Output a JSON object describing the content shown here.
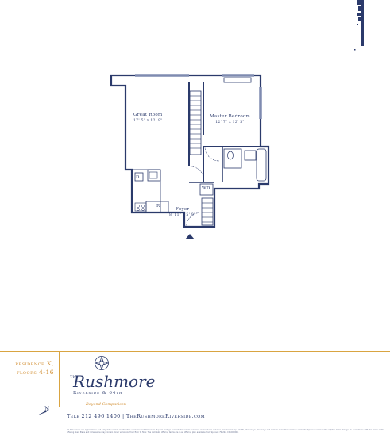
{
  "plan": {
    "great_room": {
      "name": "Great Room",
      "dim": "17' 5\" x 12' 9\""
    },
    "master_bedroom": {
      "name": "Master Bedroom",
      "dim": "12' 7\" x 12' 5\""
    },
    "foyer": {
      "name": "Foyer",
      "dim": "8' 11\" x 5' 9\""
    },
    "dw_label": "D",
    "range_label": "R",
    "wd_label": "WD"
  },
  "residence": {
    "line1": "residence K,",
    "line2": "floors 4-16"
  },
  "logo": {
    "the": "The",
    "name": "Rushmore",
    "subtitle": "Riverside & 64th",
    "tagline": "Beyond Comparison"
  },
  "north_label": "N",
  "contact": "Tele 212 496 1400 | TheRushmoreRiverside.com",
  "disclaimer": "All dimensions are approximate and subject to normal construction variances and tolerances. Square footage exceeds the usable floor area and includes columns, mechanical pipe shafts, chaseways, doorways and corridor and other common elements. Sponsor reserves the right to make changes in accordance with the terms of the offering plan. Plans and dimensions may contain minor variations from floor to floor. The complete offering terms are in an offering plan available from Sponsor. File No. CD-000000.",
  "colors": {
    "navy": "#2b3a6b",
    "gold": "#d9a441"
  }
}
